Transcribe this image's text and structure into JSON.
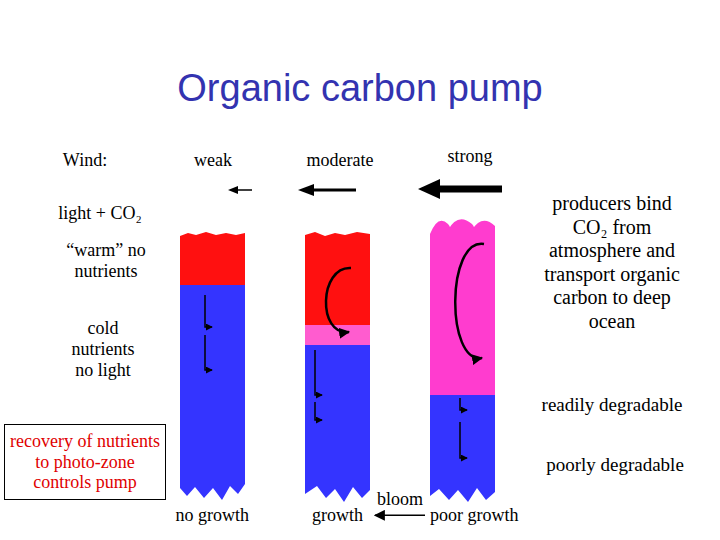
{
  "diagram": {
    "title": "Organic carbon pump",
    "nodes": [
      {
        "text": [
          "no growth"
        ]
      },
      {
        "text": [
          "growth"
        ]
      },
      {
        "text": [
          "poor growth"
        ]
      },
      {
        "text": [
          "recovery of nutrients to photo-zone controls pump"
        ]
      }
    ],
    "edges": [
      {
        "from": 2,
        "to": 1,
        "arrow": "to",
        "label": "bloom"
      }
    ],
    "labels": [
      "Wind:",
      "weak",
      "moderate",
      "strong",
      "light + CO₂",
      "“warm” no nutrients",
      "cold nutrients no light",
      "producers bind CO₂ from atmosphere and transport organic carbon to deep ocean",
      "readily degradable",
      "poorly degradable"
    ]
  }
}
